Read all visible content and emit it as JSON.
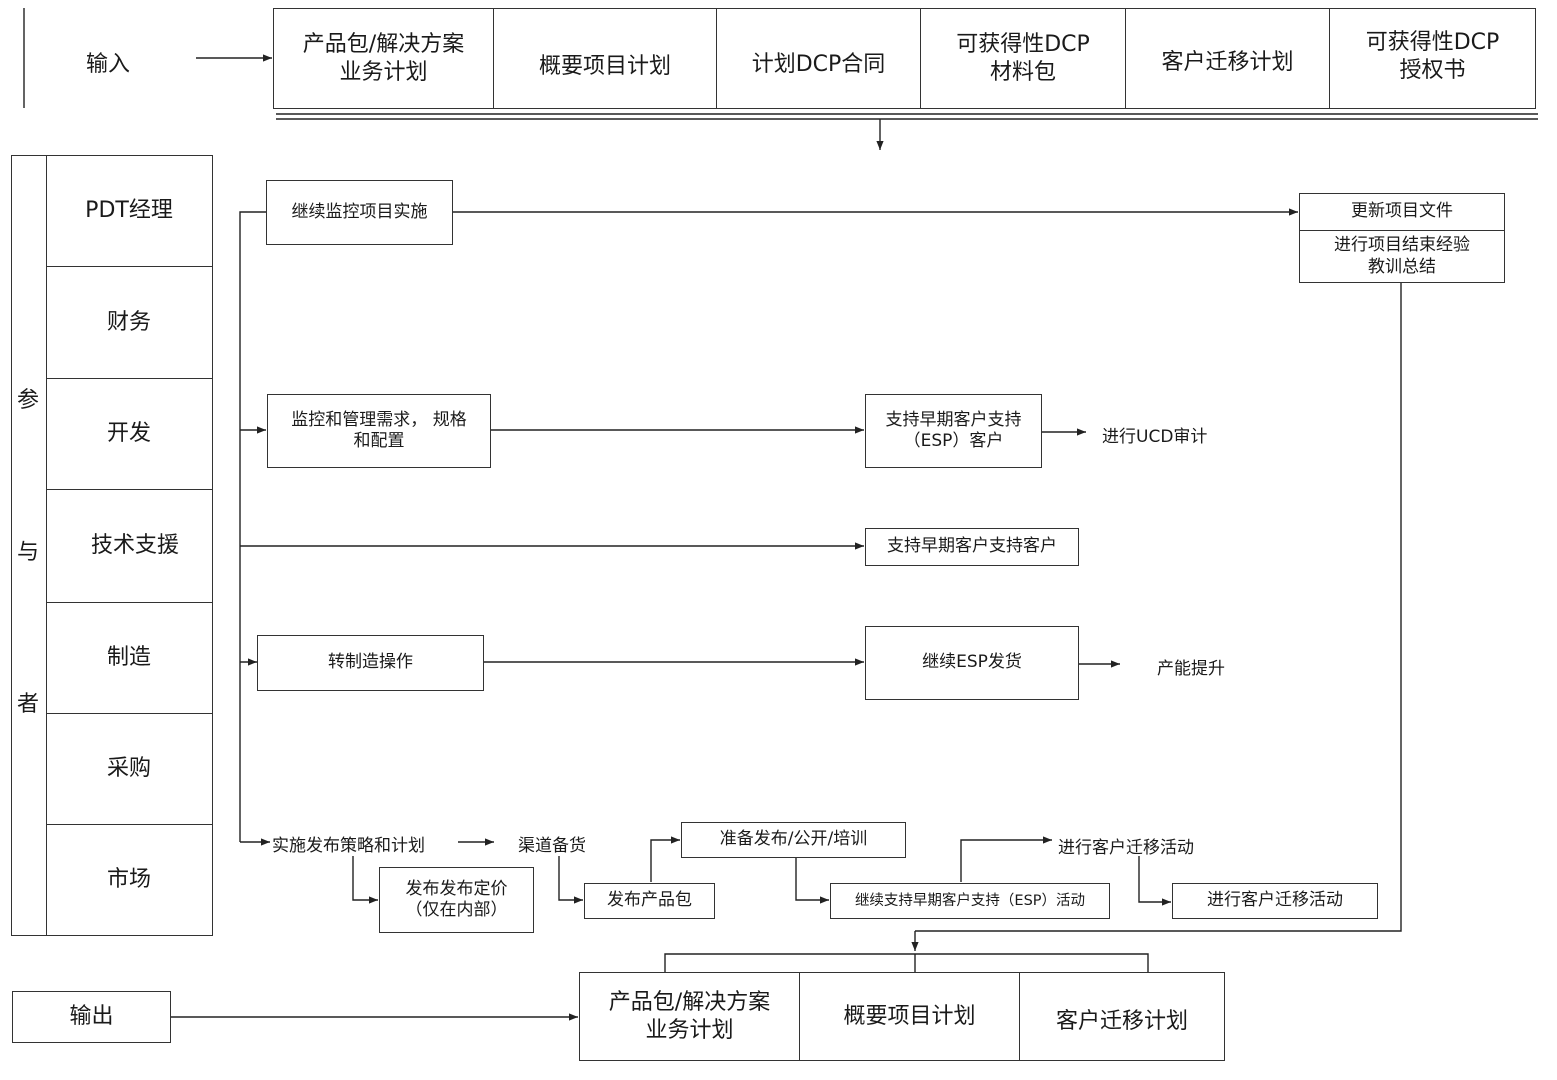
{
  "input_label": "输入",
  "inputs": [
    "产品包/解决方案\n业务计划",
    "概要项目计划",
    "计划DCP合同",
    "可获得性DCP\n材料包",
    "客户迁移计划",
    "可获得性DCP\n授权书"
  ],
  "participants_label": [
    "参",
    "与",
    "者"
  ],
  "roles": [
    "PDT经理",
    "财务",
    "开发",
    "技术支援",
    "制造",
    "采购",
    "市场"
  ],
  "activities": {
    "monitor_impl": "继续监控项目实施",
    "update_docs": "更新项目文件",
    "lessons": "进行项目结束经验\n教训总结",
    "manage_req": "监控和管理需求， 规格\n和配置",
    "support_esp": "支持早期客户支持\n（ESP）客户",
    "ucd_audit": "进行UCD审计",
    "support_early": "支持早期客户支持客户",
    "to_mfg": "转制造操作",
    "continue_esp": "继续ESP发货",
    "capacity": "产能提升",
    "launch_plan": "实施发布策略和计划",
    "channel_stock": "渠道备货",
    "pricing": "发布发布定价\n（仅在内部）",
    "prep_launch": "准备发布/公开/培训",
    "publish_pkg": "发布产品包",
    "continue_esp_act": "继续支持早期客户支持（ESP）活动",
    "migration_1": "进行客户迁移活动",
    "migration_2": "进行客户迁移活动"
  },
  "output_label": "输出",
  "outputs": [
    "产品包/解决方案\n业务计划",
    "概要项目计划",
    "客户迁移计划"
  ]
}
